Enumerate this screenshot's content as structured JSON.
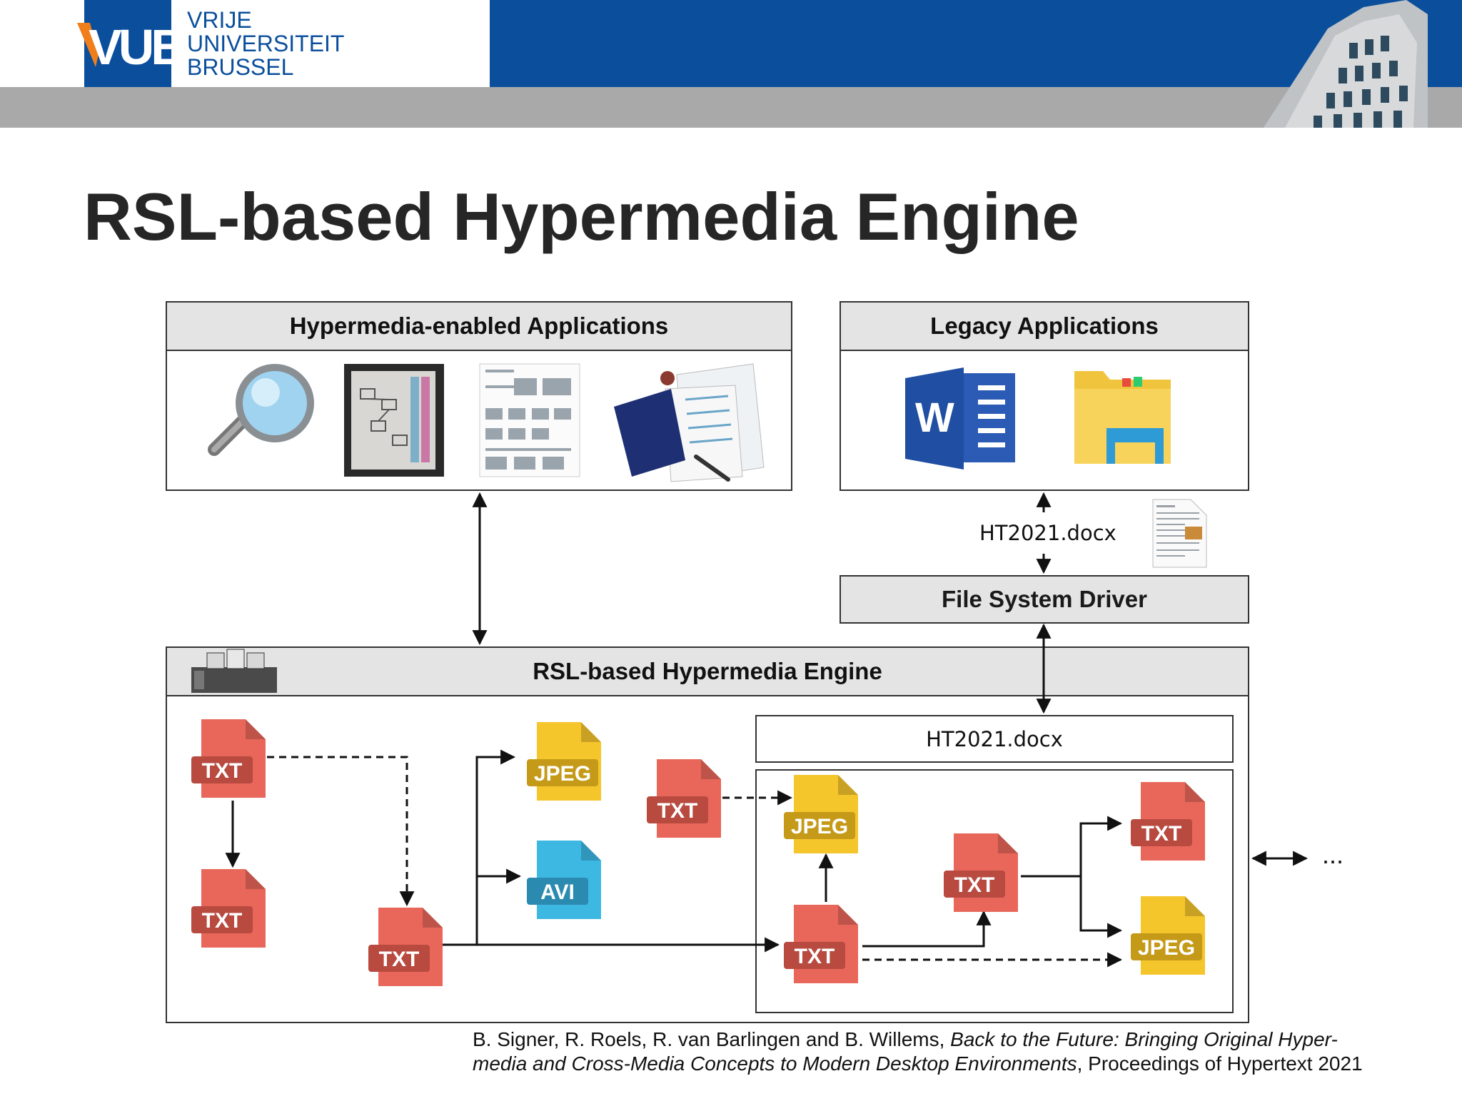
{
  "header": {
    "logo_text": "VUB",
    "university_name": [
      "VRIJE",
      "UNIVERSITEIT",
      "BRUSSEL"
    ],
    "colors": {
      "blue": "#0b4f9c",
      "grey": "#a9a9a9",
      "orange": "#f07e1b"
    }
  },
  "slide": {
    "title": "RSL-based Hypermedia Engine"
  },
  "diagram": {
    "hypermedia_apps_label": "Hypermedia-enabled Applications",
    "legacy_apps_label": "Legacy Applications",
    "file_system_driver_label": "File System Driver",
    "engine_label": "RSL-based Hypermedia Engine",
    "document_name": "HT2021.docx",
    "inner_document_name": "HT2021.docx",
    "ellipsis": "...",
    "hypermedia_app_icons": [
      "magnifier-icon",
      "tabletop-display-icon",
      "document-pages-icon",
      "interactive-paper-icon"
    ],
    "legacy_app_icons": [
      "word-icon",
      "file-explorer-icon"
    ],
    "file_types": {
      "txt": "TXT",
      "jpeg": "JPEG",
      "avi": "AVI"
    },
    "icon_colors": {
      "txt": "#e8675a",
      "txt_band": "#b84a40",
      "jpeg": "#f5c52c",
      "jpeg_band": "#c49a18",
      "avi": "#3db8e3",
      "avi_band": "#2b8ab0"
    }
  },
  "reference": {
    "authors": "B. Signer, R. Roels, R. van Barlingen and B. Willems, ",
    "title_line1": "Back to the Future: Bringing Original Hyper-",
    "title_line2": "media and Cross-Media Concepts to Modern Desktop Environments",
    "venue": ", Proceedings of Hypertext 2021"
  }
}
